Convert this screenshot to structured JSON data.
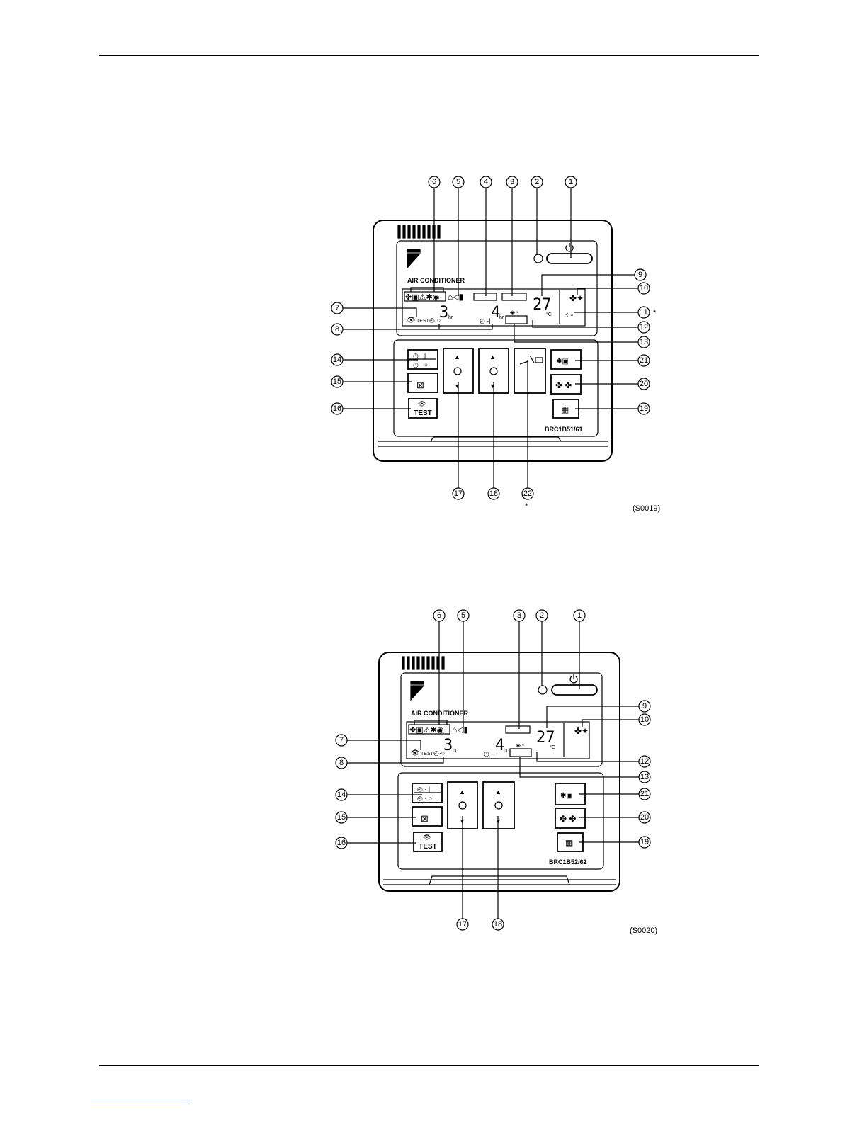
{
  "figures": [
    {
      "model": "BRC1B51/61",
      "code": "(S0019)",
      "brand_text": "AIR CONDITIONER",
      "temp": "27",
      "unit": "°C",
      "timer1": "3",
      "timer2": "4",
      "hr": "hr",
      "test_small": "TEST",
      "test_button": "TEST",
      "asterisk": "*",
      "callouts_top": [
        "6",
        "5",
        "4",
        "3",
        "2",
        "1"
      ],
      "callouts_right": [
        "9",
        "10",
        "11",
        "12",
        "13",
        "21",
        "20",
        "19"
      ],
      "callouts_left": [
        "7",
        "8",
        "14",
        "15",
        "16"
      ],
      "callouts_bottom": [
        "17",
        "18",
        "22"
      ]
    },
    {
      "model": "BRC1B52/62",
      "code": "(S0020)",
      "brand_text": "AIR CONDITIONER",
      "temp": "27",
      "unit": "°C",
      "timer1": "3",
      "timer2": "4",
      "hr": "hr",
      "test_small": "TEST",
      "test_button": "TEST",
      "callouts_top": [
        "6",
        "5",
        "3",
        "2",
        "1"
      ],
      "callouts_right": [
        "9",
        "10",
        "12",
        "13",
        "21",
        "20",
        "19"
      ],
      "callouts_left": [
        "7",
        "8",
        "14",
        "15",
        "16"
      ],
      "callouts_bottom": [
        "17",
        "18"
      ]
    }
  ]
}
